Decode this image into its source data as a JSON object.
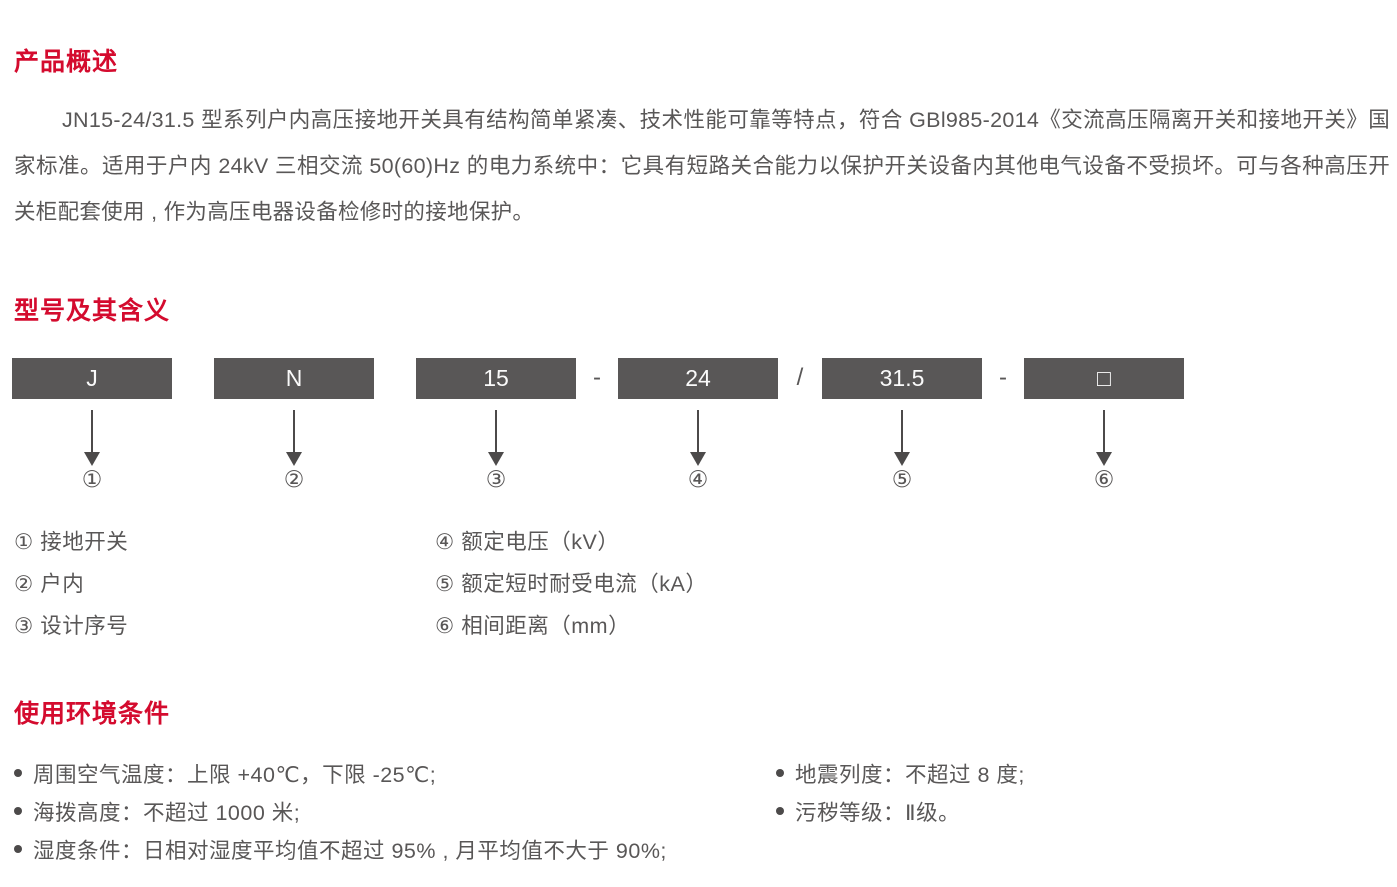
{
  "overview": {
    "title": "产品概述",
    "paragraph": "JN15-24/31.5 型系列户内高压接地开关具有结构简单紧凑、技术性能可靠等特点，符合 GBl985-2014《交流高压隔离开关和接地开关》国家标准。适用于户内 24kV 三相交流 50(60)Hz 的电力系统中：它具有短路关合能力以保护开关设备内其他电气设备不受损坏。可与各种高压开关柜配套使用 , 作为高压电器设备检修时的接地保护。"
  },
  "model": {
    "title": "型号及其含义",
    "boxes": [
      "J",
      "N",
      "15",
      "24",
      "31.5",
      "□"
    ],
    "separators": [
      "-",
      "/",
      "-"
    ],
    "markers": [
      "①",
      "②",
      "③",
      "④",
      "⑤",
      "⑥"
    ],
    "legend_left": [
      "① 接地开关",
      "② 户内",
      "③ 设计序号"
    ],
    "legend_right": [
      "④ 额定电压（kV）",
      "⑤ 额定短时耐受电流（kA）",
      "⑥ 相间距离（mm）"
    ]
  },
  "environment": {
    "title": "使用环境条件",
    "bullets_left": [
      "周围空气温度：上限 +40℃，下限 -25℃;",
      "海拨高度：不超过 1000 米;",
      "湿度条件：日相对湿度平均值不超过 95% , 月平均值不大于 90%;"
    ],
    "bullets_right": [
      "地震列度：不超过 8 度;",
      "污秽等级：Ⅱ级。"
    ]
  },
  "colors": {
    "accent_red": "#d40b2e",
    "dark_gray": "#595757",
    "box_text": "#fafafa"
  }
}
